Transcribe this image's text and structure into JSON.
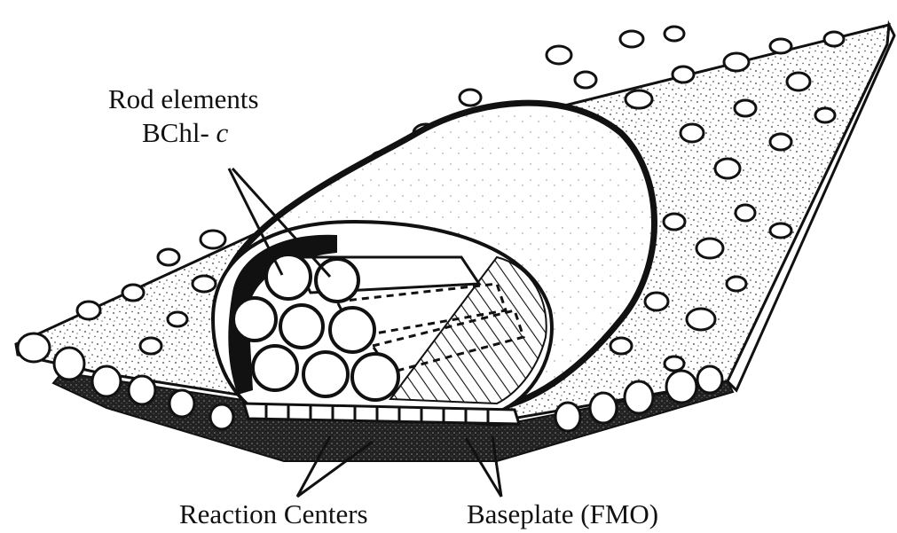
{
  "labels": {
    "rod_elements": "Rod elements",
    "bchl_prefix": "BChl- ",
    "bchl_suffix": "c",
    "reaction_centers": "Reaction Centers",
    "baseplate": "Baseplate (FMO)"
  }
}
